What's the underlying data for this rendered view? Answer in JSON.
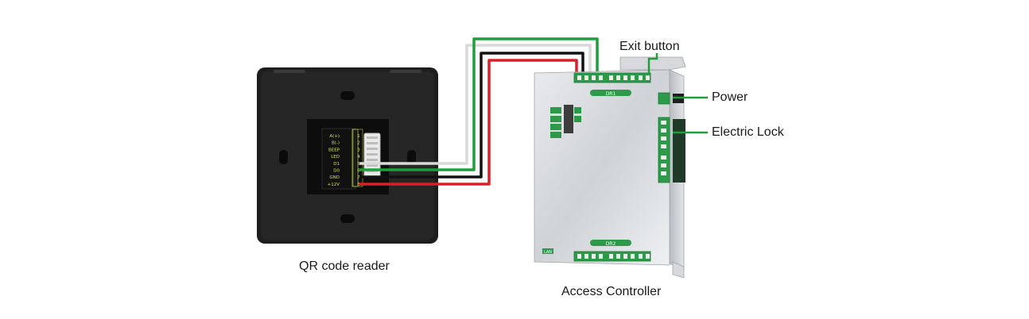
{
  "labels": {
    "reader": "QR code reader",
    "controller": "Access Controller",
    "exit_button": "Exit button",
    "power": "Power",
    "electric_lock": "Electric Lock"
  },
  "reader_pins": [
    {
      "signal": "A(+)",
      "num": "1"
    },
    {
      "signal": "B(-)",
      "num": "2"
    },
    {
      "signal": "BEEP",
      "num": "3"
    },
    {
      "signal": "LED",
      "num": "4"
    },
    {
      "signal": "D1",
      "num": "5"
    },
    {
      "signal": "D0",
      "num": "6"
    },
    {
      "signal": "GND",
      "num": "7"
    },
    {
      "signal": "+12V",
      "num": "8"
    }
  ],
  "controller_marks": {
    "door1": "DR1",
    "door2": "DR2",
    "lan": "LAN"
  },
  "wire_colors": {
    "d1": "#d9d9d9",
    "d0": "#1f9e3a",
    "gnd": "#111111",
    "v12": "#d8202a"
  },
  "colors": {
    "accent_green": "#1f9e3a"
  }
}
